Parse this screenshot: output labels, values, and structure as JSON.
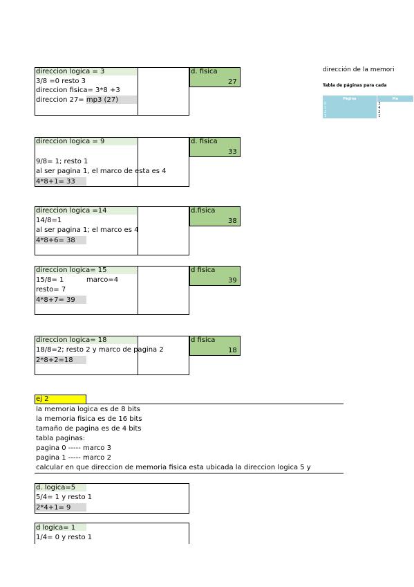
{
  "right_panel": {
    "heading": "dirección de la memori",
    "table_caption": "Tabla de páginas para cada",
    "columns": [
      "Página",
      "Ma"
    ],
    "rows": [
      {
        "page": "0",
        "frame": "3"
      },
      {
        "page": "1",
        "frame": "4"
      },
      {
        "page": "2",
        "frame": "2"
      },
      {
        "page": "3",
        "frame": "1"
      }
    ]
  },
  "blocks": [
    {
      "header": "direccion logica = 3",
      "lines": [
        "3/8 =0 resto 3",
        "direccion fisica= 3*8 +3",
        "direccion 27= mp3 (27)"
      ],
      "fisica_label": "d. fisica",
      "fisica_value": "27"
    },
    {
      "header": "direccion logica = 9",
      "lines": [
        "9/8= 1; resto 1",
        "al ser pagina 1, el marco de esta es 4",
        "4*8+1= 33"
      ],
      "fisica_label": "d. fisica",
      "fisica_value": "33"
    },
    {
      "header": "direccion logica  =14",
      "lines": [
        "14/8=1",
        "al ser pagina 1; el marco es 4",
        "4*8+6= 38"
      ],
      "fisica_label": "d.fisica",
      "fisica_value": "38"
    },
    {
      "header": "direccion logica= 15",
      "lines": [
        "15/8= 1",
        "marco=4",
        "resto= 7",
        "4*8+7= 39"
      ],
      "fisica_label": "d fisica",
      "fisica_value": "39"
    },
    {
      "header": "direccion logica= 18",
      "lines": [
        "18/8=2; resto 2 y marco de pagina 2",
        "2*8+2=18"
      ],
      "fisica_label": "d fisica",
      "fisica_value": "18"
    }
  ],
  "ej2": {
    "label": "ej 2",
    "lines": [
      "la memoria logica es de 8 bits",
      "la memoria fisica es de 16 bits",
      "tamaño de pagina es de 4 bits",
      "tabla paginas:",
      "pagina 0 -----  marco 3",
      "pagina 1 ----- marco 2",
      "calcular en que direccion de memoria fisica esta ubicada la direccion logica 5 y"
    ],
    "sub1": {
      "header": "d. logica=5",
      "lines": [
        "5/4= 1 y resto 1",
        "2*4+1= 9"
      ]
    },
    "sub2": {
      "header": "d logica= 1",
      "lines": [
        "1/4= 0 y resto 1"
      ]
    }
  }
}
